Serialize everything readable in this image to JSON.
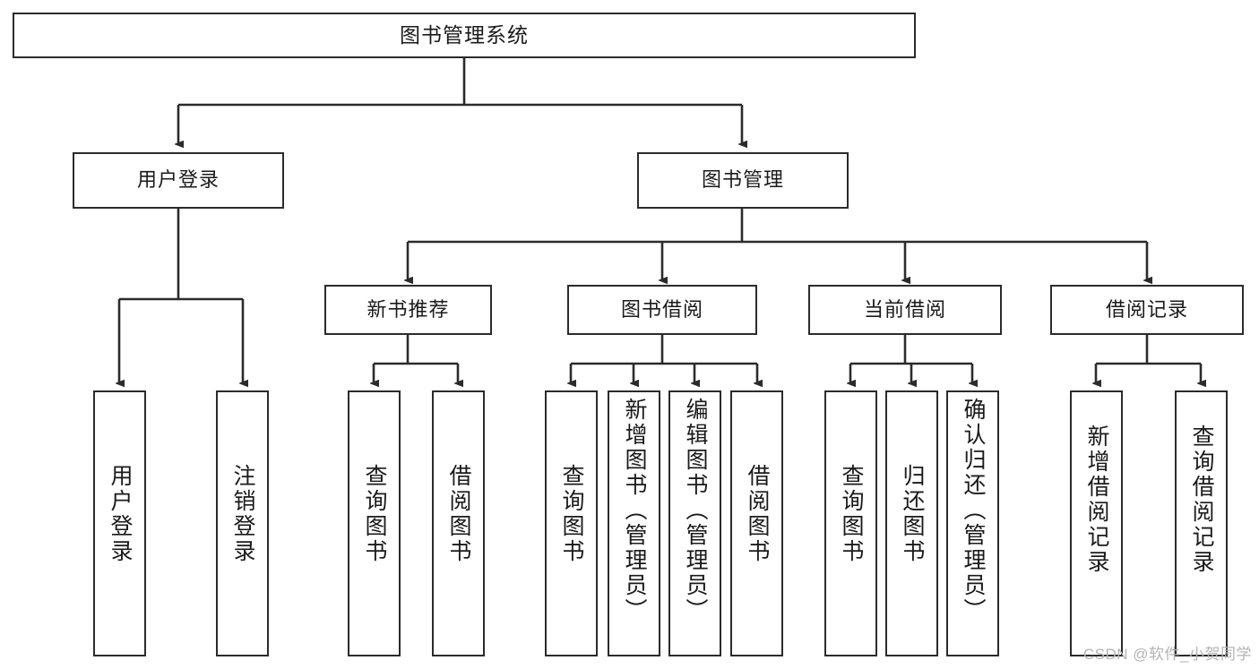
{
  "diagram": {
    "type": "tree",
    "title": "图书管理系统",
    "orientation": "top-down",
    "watermark": "CSDN @软件_小贺同学",
    "colors": {
      "box_border": "#2b2b2b",
      "box_fill": "#ffffff",
      "connector": "#2b2b2b",
      "text": "#1a1a1a",
      "watermark": "#b4b4b4",
      "background": "#ffffff"
    },
    "levels": [
      {
        "level": 1,
        "nodes": [
          {
            "id": "root",
            "label": "图书管理系统"
          }
        ]
      },
      {
        "level": 2,
        "nodes": [
          {
            "id": "login",
            "label": "用户登录",
            "parent": "root"
          },
          {
            "id": "bookmgmt",
            "label": "图书管理",
            "parent": "root"
          }
        ]
      },
      {
        "level": 3,
        "nodes": [
          {
            "id": "newbook",
            "label": "新书推荐",
            "parent": "bookmgmt"
          },
          {
            "id": "borrow",
            "label": "图书借阅",
            "parent": "bookmgmt"
          },
          {
            "id": "current",
            "label": "当前借阅",
            "parent": "bookmgmt"
          },
          {
            "id": "record",
            "label": "借阅记录",
            "parent": "bookmgmt"
          }
        ]
      },
      {
        "level": 4,
        "nodes": [
          {
            "id": "leaf1",
            "label": "用户登录",
            "parent": "login"
          },
          {
            "id": "leaf2",
            "label": "注销登录",
            "parent": "login"
          },
          {
            "id": "leaf3",
            "label": "查询图书",
            "parent": "newbook"
          },
          {
            "id": "leaf4",
            "label": "借阅图书",
            "parent": "newbook"
          },
          {
            "id": "leaf5",
            "label": "查询图书",
            "parent": "borrow"
          },
          {
            "id": "leaf6",
            "label": "新增图书（管理员）",
            "parent": "borrow"
          },
          {
            "id": "leaf7",
            "label": "编辑图书（管理员）",
            "parent": "borrow"
          },
          {
            "id": "leaf8",
            "label": "借阅图书",
            "parent": "borrow"
          },
          {
            "id": "leaf9",
            "label": "查询图书",
            "parent": "current"
          },
          {
            "id": "leaf10",
            "label": "归还图书",
            "parent": "current"
          },
          {
            "id": "leaf11",
            "label": "确认归还（管理员）",
            "parent": "current"
          },
          {
            "id": "leaf12",
            "label": "新增借阅记录",
            "parent": "record"
          },
          {
            "id": "leaf13",
            "label": "查询借阅记录",
            "parent": "record"
          }
        ]
      }
    ]
  }
}
